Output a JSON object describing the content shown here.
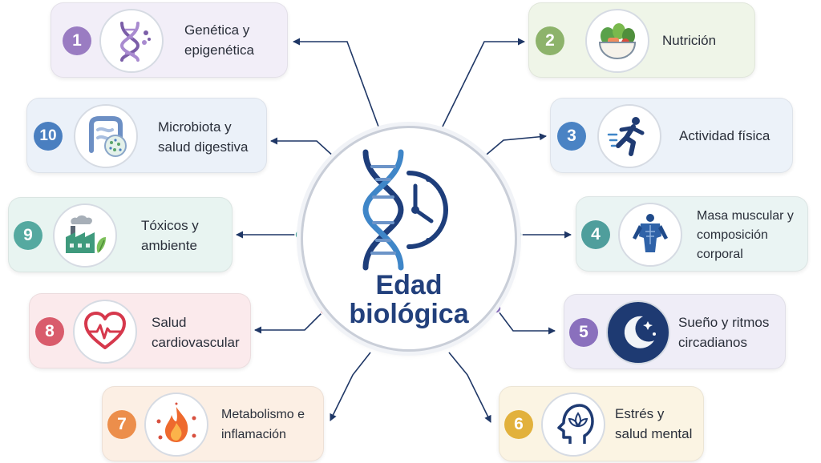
{
  "center": {
    "title_line1": "Edad",
    "title_line2": "biológica"
  },
  "factors": [
    {
      "number": "1",
      "line1": "Genética y",
      "line2": "epigenética",
      "line3": "",
      "icon": "dna-icon",
      "accent": "#9a7cc2",
      "bg": "#f2eef8"
    },
    {
      "number": "2",
      "line1": "Nutrición",
      "line2": "",
      "line3": "",
      "icon": "salad-bowl-icon",
      "accent": "#8db36b",
      "bg": "#eff5e8"
    },
    {
      "number": "3",
      "line1": "Actividad física",
      "line2": "",
      "line3": "",
      "icon": "runner-icon",
      "accent": "#4a83c4",
      "bg": "#ecf2f9"
    },
    {
      "number": "4",
      "line1": "Masa muscular y",
      "line2": "composición",
      "line3": "corporal",
      "icon": "muscle-body-icon",
      "accent": "#4f9e9c",
      "bg": "#eaf4f3"
    },
    {
      "number": "5",
      "line1": "Sueño y ritmos",
      "line2": "circadianos",
      "line3": "",
      "icon": "moon-stars-icon",
      "accent": "#8a70bd",
      "bg": "#efedf7"
    },
    {
      "number": "6",
      "line1": "Estrés y",
      "line2": "salud mental",
      "line3": "",
      "icon": "meditation-head-icon",
      "accent": "#e2b13c",
      "bg": "#fbf4e3"
    },
    {
      "number": "7",
      "line1": "Metabolismo e",
      "line2": "inflamación",
      "line3": "",
      "icon": "flame-icon",
      "accent": "#ec8e4b",
      "bg": "#fcefe4"
    },
    {
      "number": "8",
      "line1": "Salud",
      "line2": "cardiovascular",
      "line3": "",
      "icon": "heart-pulse-icon",
      "accent": "#d95c6c",
      "bg": "#fbeaec"
    },
    {
      "number": "9",
      "line1": "Tóxicos y",
      "line2": "ambiente",
      "line3": "",
      "icon": "factory-icon",
      "accent": "#55a9a0",
      "bg": "#e8f4f1"
    },
    {
      "number": "10",
      "line1": "Microbiota y",
      "line2": "salud digestiva",
      "line3": "",
      "icon": "intestine-icon",
      "accent": "#4a7fc0",
      "bg": "#ebf1f9"
    }
  ]
}
